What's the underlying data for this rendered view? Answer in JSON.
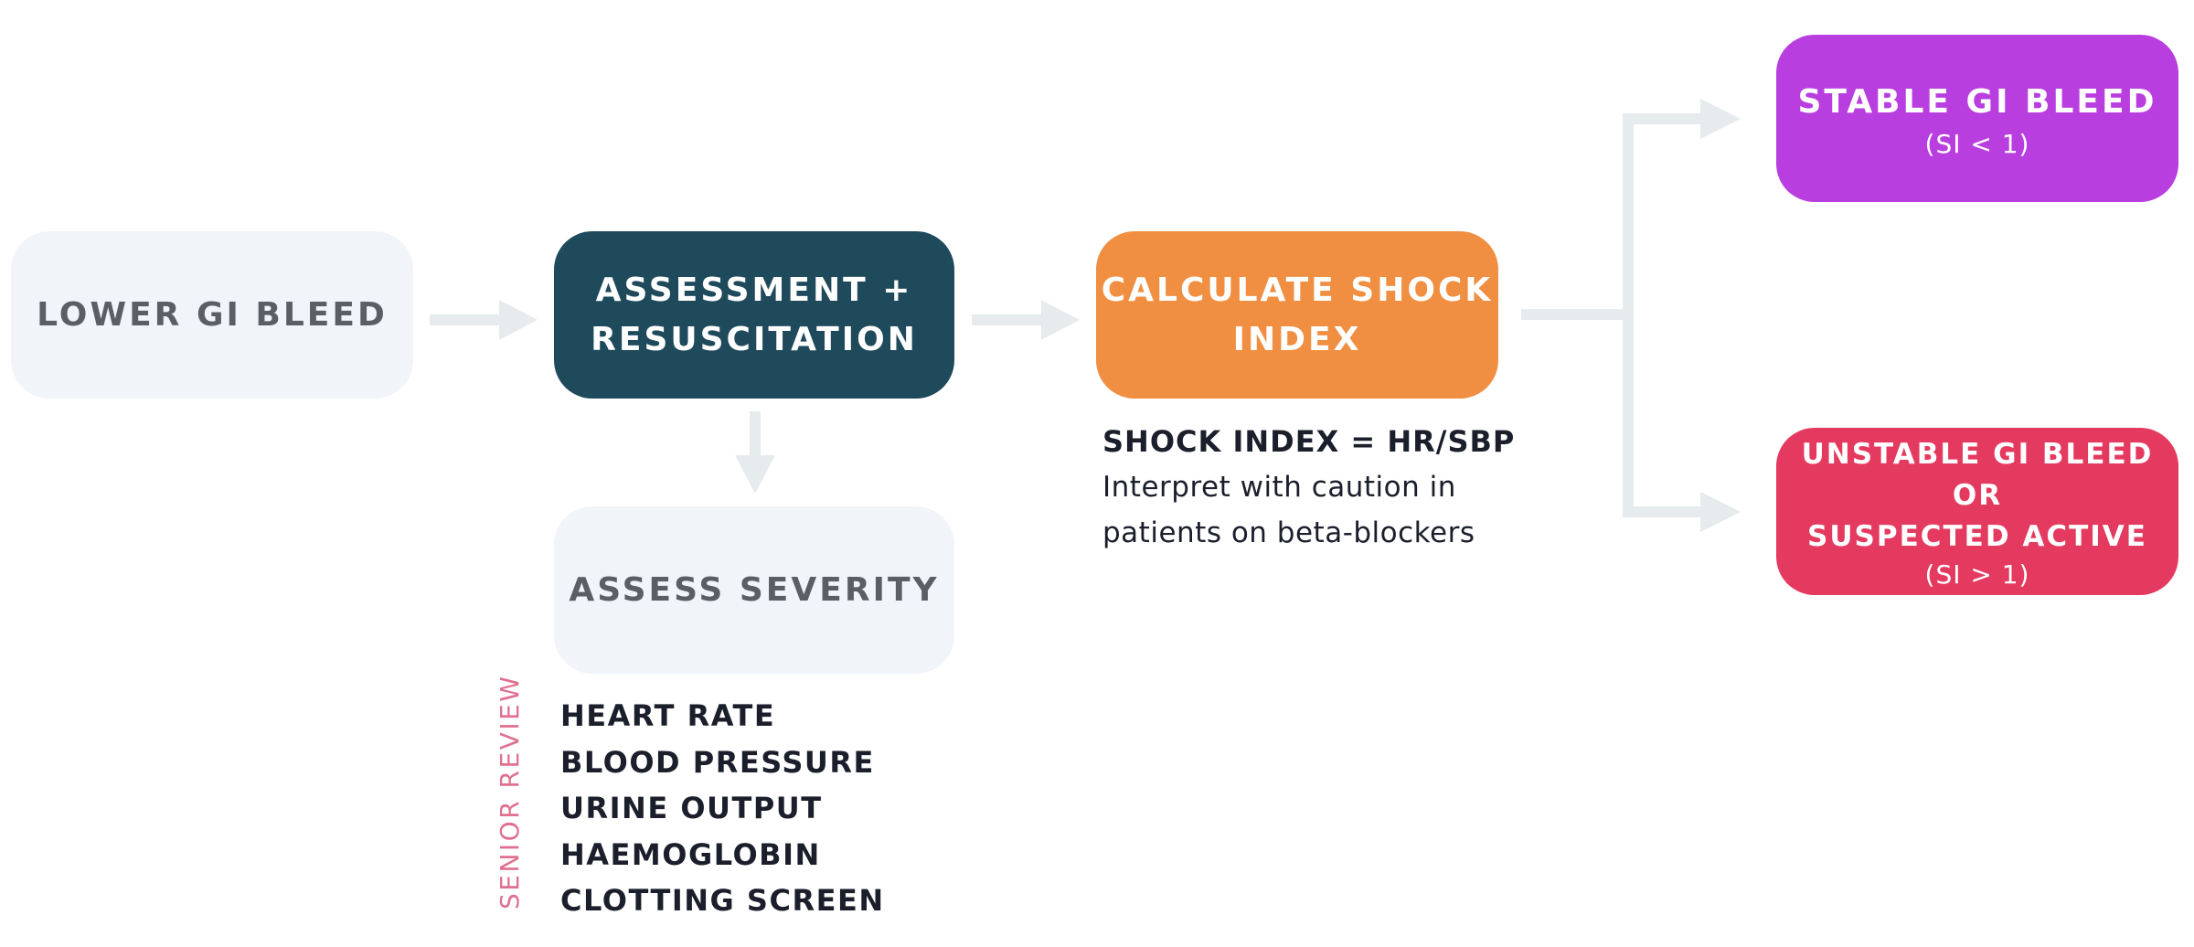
{
  "nodes": {
    "lower_gi_bleed": {
      "title": "LOWER GI BLEED"
    },
    "assessment": {
      "title": "ASSESSMENT +\nRESUSCITATION"
    },
    "calculate_shock": {
      "title": "CALCULATE SHOCK\nINDEX"
    },
    "assess_severity": {
      "title": "ASSESS SEVERITY"
    },
    "stable": {
      "title": "STABLE GI BLEED",
      "sub": "(SI < 1)"
    },
    "unstable": {
      "title": "UNSTABLE GI BLEED OR\nSUSPECTED ACTIVE",
      "sub": "(SI > 1)"
    }
  },
  "shock_note": {
    "formula": "SHOCK INDEX = HR/SBP",
    "caution": "Interpret with caution in\npatients on beta-blockers"
  },
  "severity": {
    "side_label": "SENIOR REVIEW",
    "items": [
      "HEART RATE",
      "BLOOD PRESSURE",
      "URINE OUTPUT",
      "HAEMOGLOBIN",
      "CLOTTING SCREEN"
    ]
  },
  "colors": {
    "light_box": "#f1f5f9",
    "dark_teal": "#1e4a5c",
    "orange": "#f08f42",
    "purple": "#b93ee0",
    "red": "#e53a5f",
    "connector": "#e6ebee",
    "pink_label": "#e0708f"
  }
}
